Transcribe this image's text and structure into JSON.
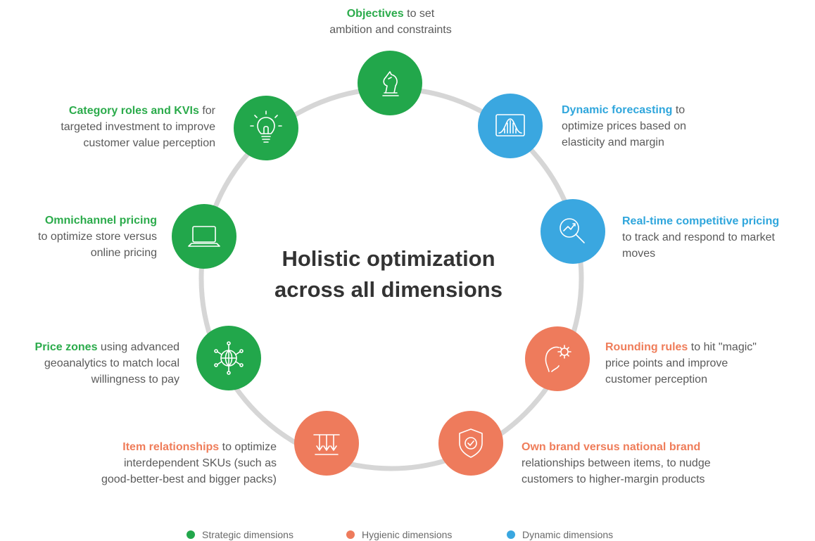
{
  "colors": {
    "strategic": "#22a74b",
    "hygienic": "#ee7b5c",
    "dynamic": "#3aa7e0",
    "ring": "#d6d6d6"
  },
  "center_title": {
    "line1": "Holistic optimization",
    "line2": "across all dimensions"
  },
  "nodes": [
    {
      "icon": "chess-knight-icon",
      "heading": "Objectives",
      "text": " to set",
      "line2": "ambition and constraints",
      "type": "strategic"
    },
    {
      "icon": "bell-curve-chart-icon",
      "heading": "Dynamic forecasting",
      "text": " to",
      "line2": "optimize prices based on",
      "line3": "elasticity and margin",
      "type": "dynamic"
    },
    {
      "icon": "magnifier-trend-icon",
      "heading": "Real-time competitive pricing",
      "line2": "to track and respond to market",
      "line3": "moves",
      "type": "dynamic"
    },
    {
      "icon": "head-gear-icon",
      "heading": "Rounding rules",
      "text": " to hit \"magic\"",
      "line2": "price points and improve",
      "line3": "customer perception",
      "type": "hygienic"
    },
    {
      "icon": "shield-check-icon",
      "heading": "Own brand versus national brand",
      "line2": "relationships between items, to nudge",
      "line3": "customers to higher-margin products",
      "type": "hygienic"
    },
    {
      "icon": "down-arrows-icon",
      "heading": "Item relationships",
      "text": " to optimize",
      "line2": "interdependent SKUs (such as",
      "line3": "good-better-best and bigger packs)",
      "type": "hygienic"
    },
    {
      "icon": "globe-network-icon",
      "heading": "Price zones",
      "text": " using advanced",
      "line2": "geoanalytics to match local",
      "line3": "willingness to pay",
      "type": "strategic"
    },
    {
      "icon": "laptop-icon",
      "heading": "Omnichannel pricing",
      "line2": "to optimize store versus",
      "line3": "online pricing",
      "type": "strategic"
    },
    {
      "icon": "lightbulb-icon",
      "heading": "Category roles and KVIs",
      "text": " for",
      "line2": "targeted investment to improve",
      "line3": "customer value perception",
      "type": "strategic"
    }
  ],
  "legend": [
    {
      "label": "Strategic dimensions",
      "type": "strategic"
    },
    {
      "label": "Hygienic dimensions",
      "type": "hygienic"
    },
    {
      "label": "Dynamic dimensions",
      "type": "dynamic"
    }
  ]
}
